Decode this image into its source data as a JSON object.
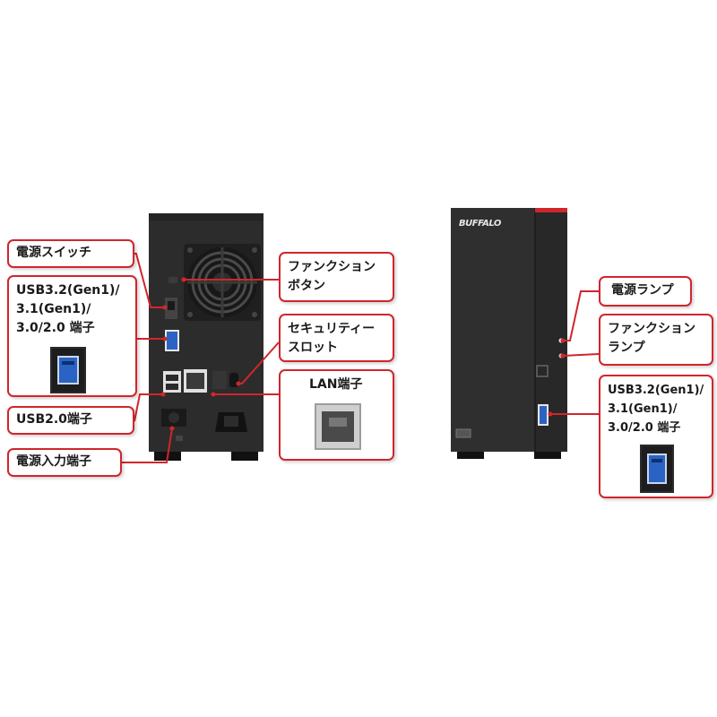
{
  "brand": {
    "logo_text": "BUFFALO"
  },
  "rear_labels": {
    "power_switch": "電源スイッチ",
    "function_button": [
      "ファンクション",
      "ボタン"
    ],
    "usb32_rear": [
      "USB3.2(Gen1)/",
      "3.1(Gen1)/",
      "3.0/2.0 端子"
    ],
    "security_slot": [
      "セキュリティー",
      "スロット"
    ],
    "lan_port": "LAN端子",
    "usb20_port": "USB2.0端子",
    "power_input": "電源入力端子"
  },
  "front_labels": {
    "power_lamp": "電源ランプ",
    "function_lamp": [
      "ファンクション",
      "ランプ"
    ],
    "usb32_front": [
      "USB3.2(Gen1)/",
      "3.1(Gen1)/",
      "3.0/2.0 端子"
    ]
  },
  "colors": {
    "accent_red": "#d0262c",
    "usb_blue": "#2a63c4",
    "chassis": "#2a2a2a"
  }
}
